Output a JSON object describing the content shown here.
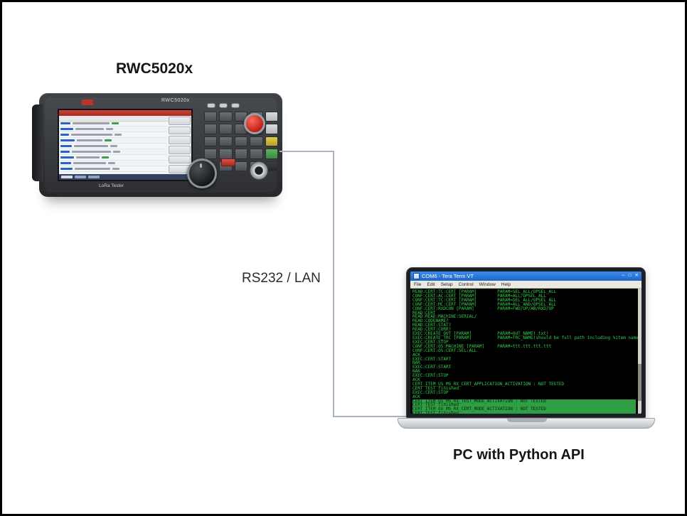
{
  "device": {
    "caption": "RWC5020x",
    "model_label": "RWC5020x",
    "bottom_label": "LoRa Tester"
  },
  "connection": {
    "label": "RS232 / LAN"
  },
  "pc": {
    "caption": "PC with Python API",
    "window": {
      "title": "COM6 - Tera Term VT",
      "menu": [
        "File",
        "Edit",
        "Setup",
        "Control",
        "Window",
        "Help"
      ],
      "controls": [
        "─",
        "□",
        "✕"
      ],
      "terminal_lines": [
        {
          "text": "READ:CERT:TC:CERT [PARAM]        PARAM=SEL_ALL/OPSEL_ALL",
          "hl": false
        },
        {
          "text": "CONF:CERT:AC:CERT [PARAM]        PARAM=ALL/OPSEL_ALL",
          "hl": false
        },
        {
          "text": "CONF:CERT:TC:CERT [PARAM]        PARAM=SEL_ALL/OPSEL_ALL",
          "hl": false
        },
        {
          "text": "CONF:CERT:MC:CERT [PARAM]        PARAM=ALL_AND/OPSEL_ALL",
          "hl": false
        },
        {
          "text": "CONF:CERT:RXDCON [PARAM]         PARAM=FWD/UP/AB/RXD/UP",
          "hl": false
        },
        {
          "text": "READ:CERT",
          "hl": false
        },
        {
          "text": "READ:READ:MACHINE:SERIAL/",
          "hl": false
        },
        {
          "text": "READ:CODENAME?",
          "hl": false
        },
        {
          "text": "READ:CERT:STAT?",
          "hl": false
        },
        {
          "text": "READ:CERT:CURR?",
          "hl": false
        },
        {
          "text": "EXEC:CREATE_OUT [PARAM]          PARAM=OUT_NAME(.txt)",
          "hl": false
        },
        {
          "text": "EXEC:CREATE_TRC [PARAM]          PARAM=TRC_NAME(should be full path including %item name)",
          "hl": false
        },
        {
          "text": "EXEC:CERT:STOP",
          "hl": false
        },
        {
          "text": "CONF:CERT:OS:MACHINE [PARAM]     PARAM=ttt.ttt.ttt.ttt",
          "hl": false
        },
        {
          "text": "CONF:CERT:OS:CERT:SEL:ALL",
          "hl": false
        },
        {
          "text": "ACK",
          "hl": false
        },
        {
          "text": "EXEC:CERT:START",
          "hl": false
        },
        {
          "text": "NAK",
          "hl": false
        },
        {
          "text": "EXEC:CERT:START",
          "hl": false
        },
        {
          "text": "NAK",
          "hl": false
        },
        {
          "text": "EXEC:CERT:STOP",
          "hl": false
        },
        {
          "text": "ACK",
          "hl": false
        },
        {
          "text": "CERT_ITEM_US_MS_RX_CERT_APPLICATION_ACTIVATION : NOT TESTED",
          "hl": false
        },
        {
          "text": "CERT TEST finished",
          "hl": false
        },
        {
          "text": "EXEC:CERT:STOP",
          "hl": false
        },
        {
          "text": "ACK",
          "hl": false
        },
        {
          "text": "CERT_ITEM_US_MS_RX_TEST_MODE_ACTIVATION : NOT TESTED",
          "hl": true
        },
        {
          "text": "CERT TEST finished",
          "hl": true
        },
        {
          "text": "CERT_ITEM_EU_MS_RX_CERT_MODE_ACTIVATION : NOT TESTED",
          "hl": true
        },
        {
          "text": "CERT TEST finished",
          "hl": true
        }
      ]
    }
  }
}
